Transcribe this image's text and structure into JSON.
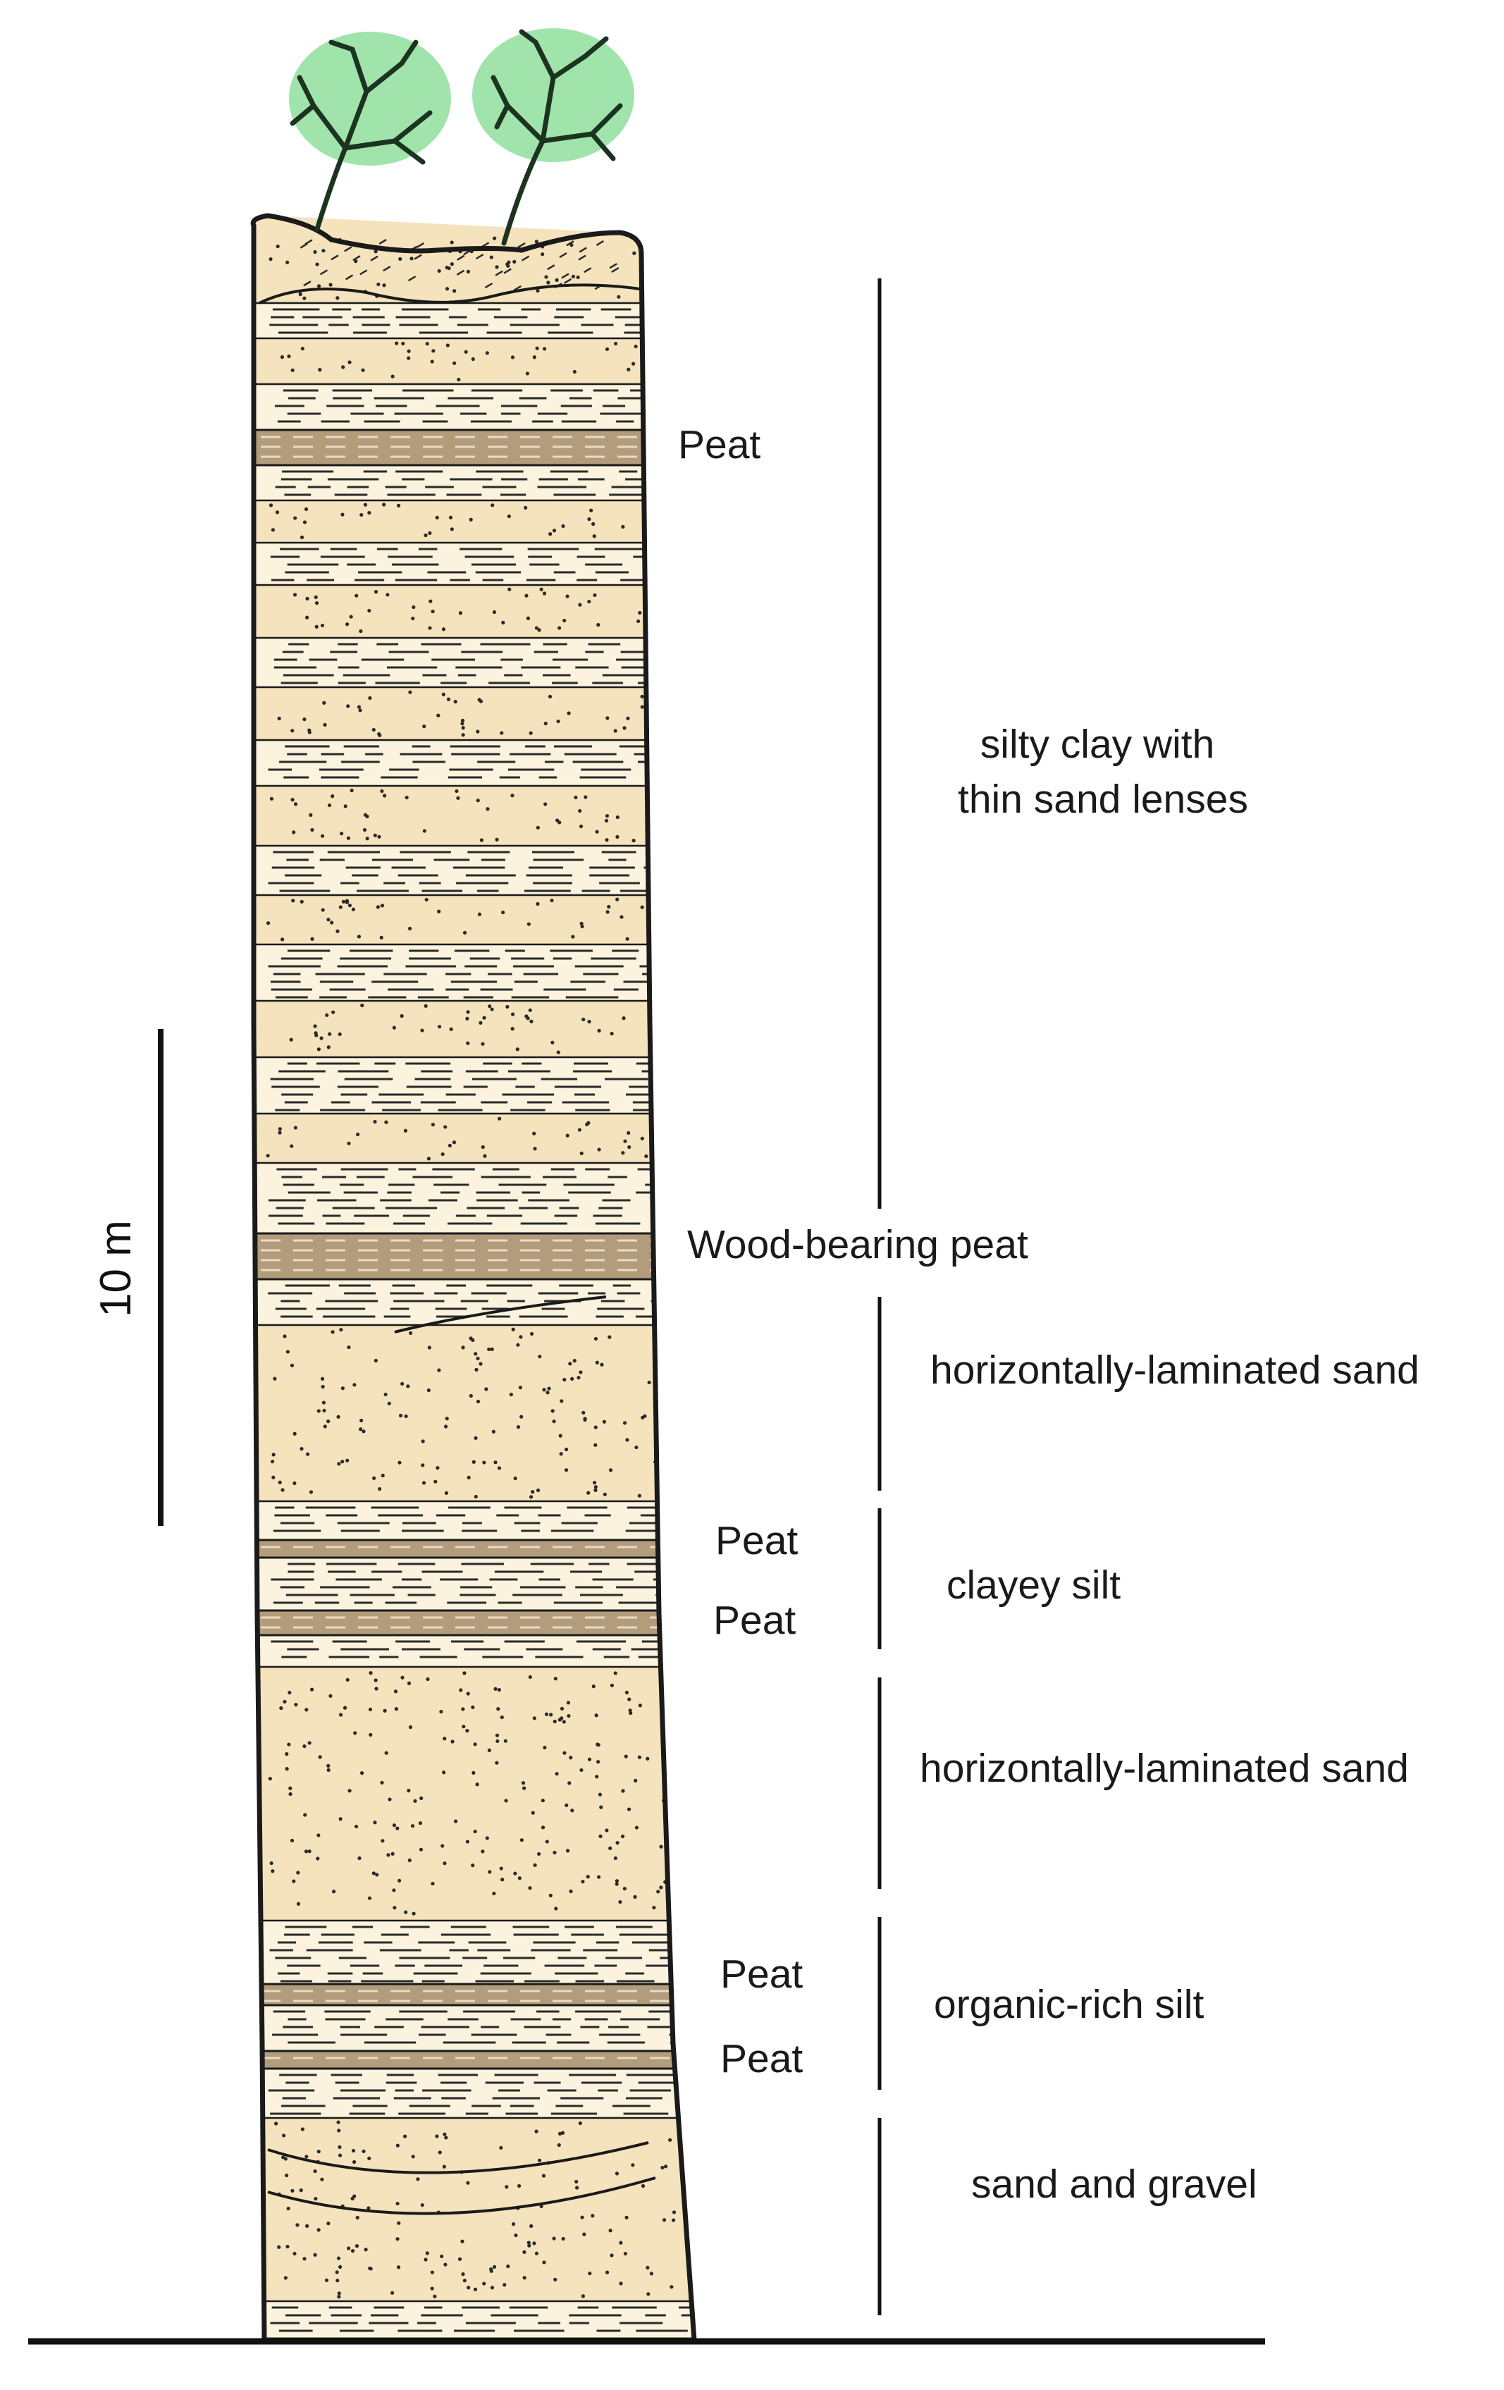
{
  "scale": {
    "label": "10 m"
  },
  "peat_labels": [
    "Peat",
    "Wood-bearing peat",
    "Peat",
    "Peat",
    "Peat",
    "Peat"
  ],
  "units": [
    {
      "label_lines": [
        "silty clay with",
        "thin sand lenses"
      ]
    },
    {
      "label_lines": [
        "horizontally-laminated sand"
      ]
    },
    {
      "label_lines": [
        "clayey silt"
      ]
    },
    {
      "label_lines": [
        "horizontally-laminated sand"
      ]
    },
    {
      "label_lines": [
        "organic-rich silt"
      ]
    },
    {
      "label_lines": [
        "sand and gravel"
      ]
    }
  ],
  "colors": {
    "sand": "#f5e3bd",
    "peat": "#b29c7c",
    "outline": "#1a1a1a",
    "tree_canopy": "#9be3a8",
    "tree_branch": "#1c3320"
  }
}
